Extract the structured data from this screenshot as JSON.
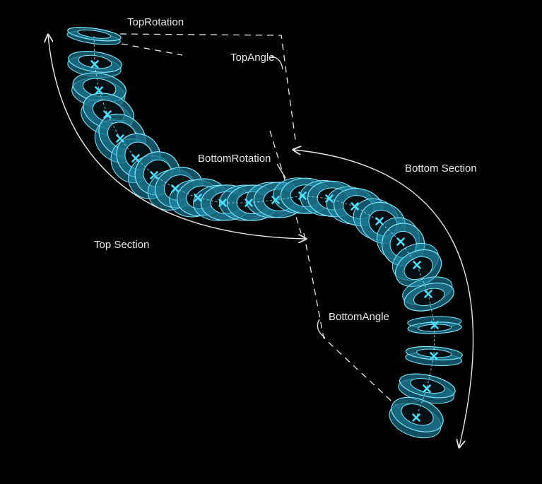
{
  "labels": {
    "top_rotation": "TopRotation",
    "top_angle": "TopAngle",
    "bottom_rotation": "BottomRotation",
    "bottom_section": "Bottom Section",
    "top_section": "Top Section",
    "bottom_angle": "BottomAngle"
  },
  "colors": {
    "background": "#000000",
    "ring_stroke": "#7fe8ff",
    "ring_fill": "#1b6f86",
    "ring_side": "#1e90b0",
    "joint_marker": "#4ae0ff",
    "annotation": "#e8e8e8"
  },
  "icons": {
    "joint": "cross-marker",
    "arc_arrow": "curved-arrow"
  }
}
